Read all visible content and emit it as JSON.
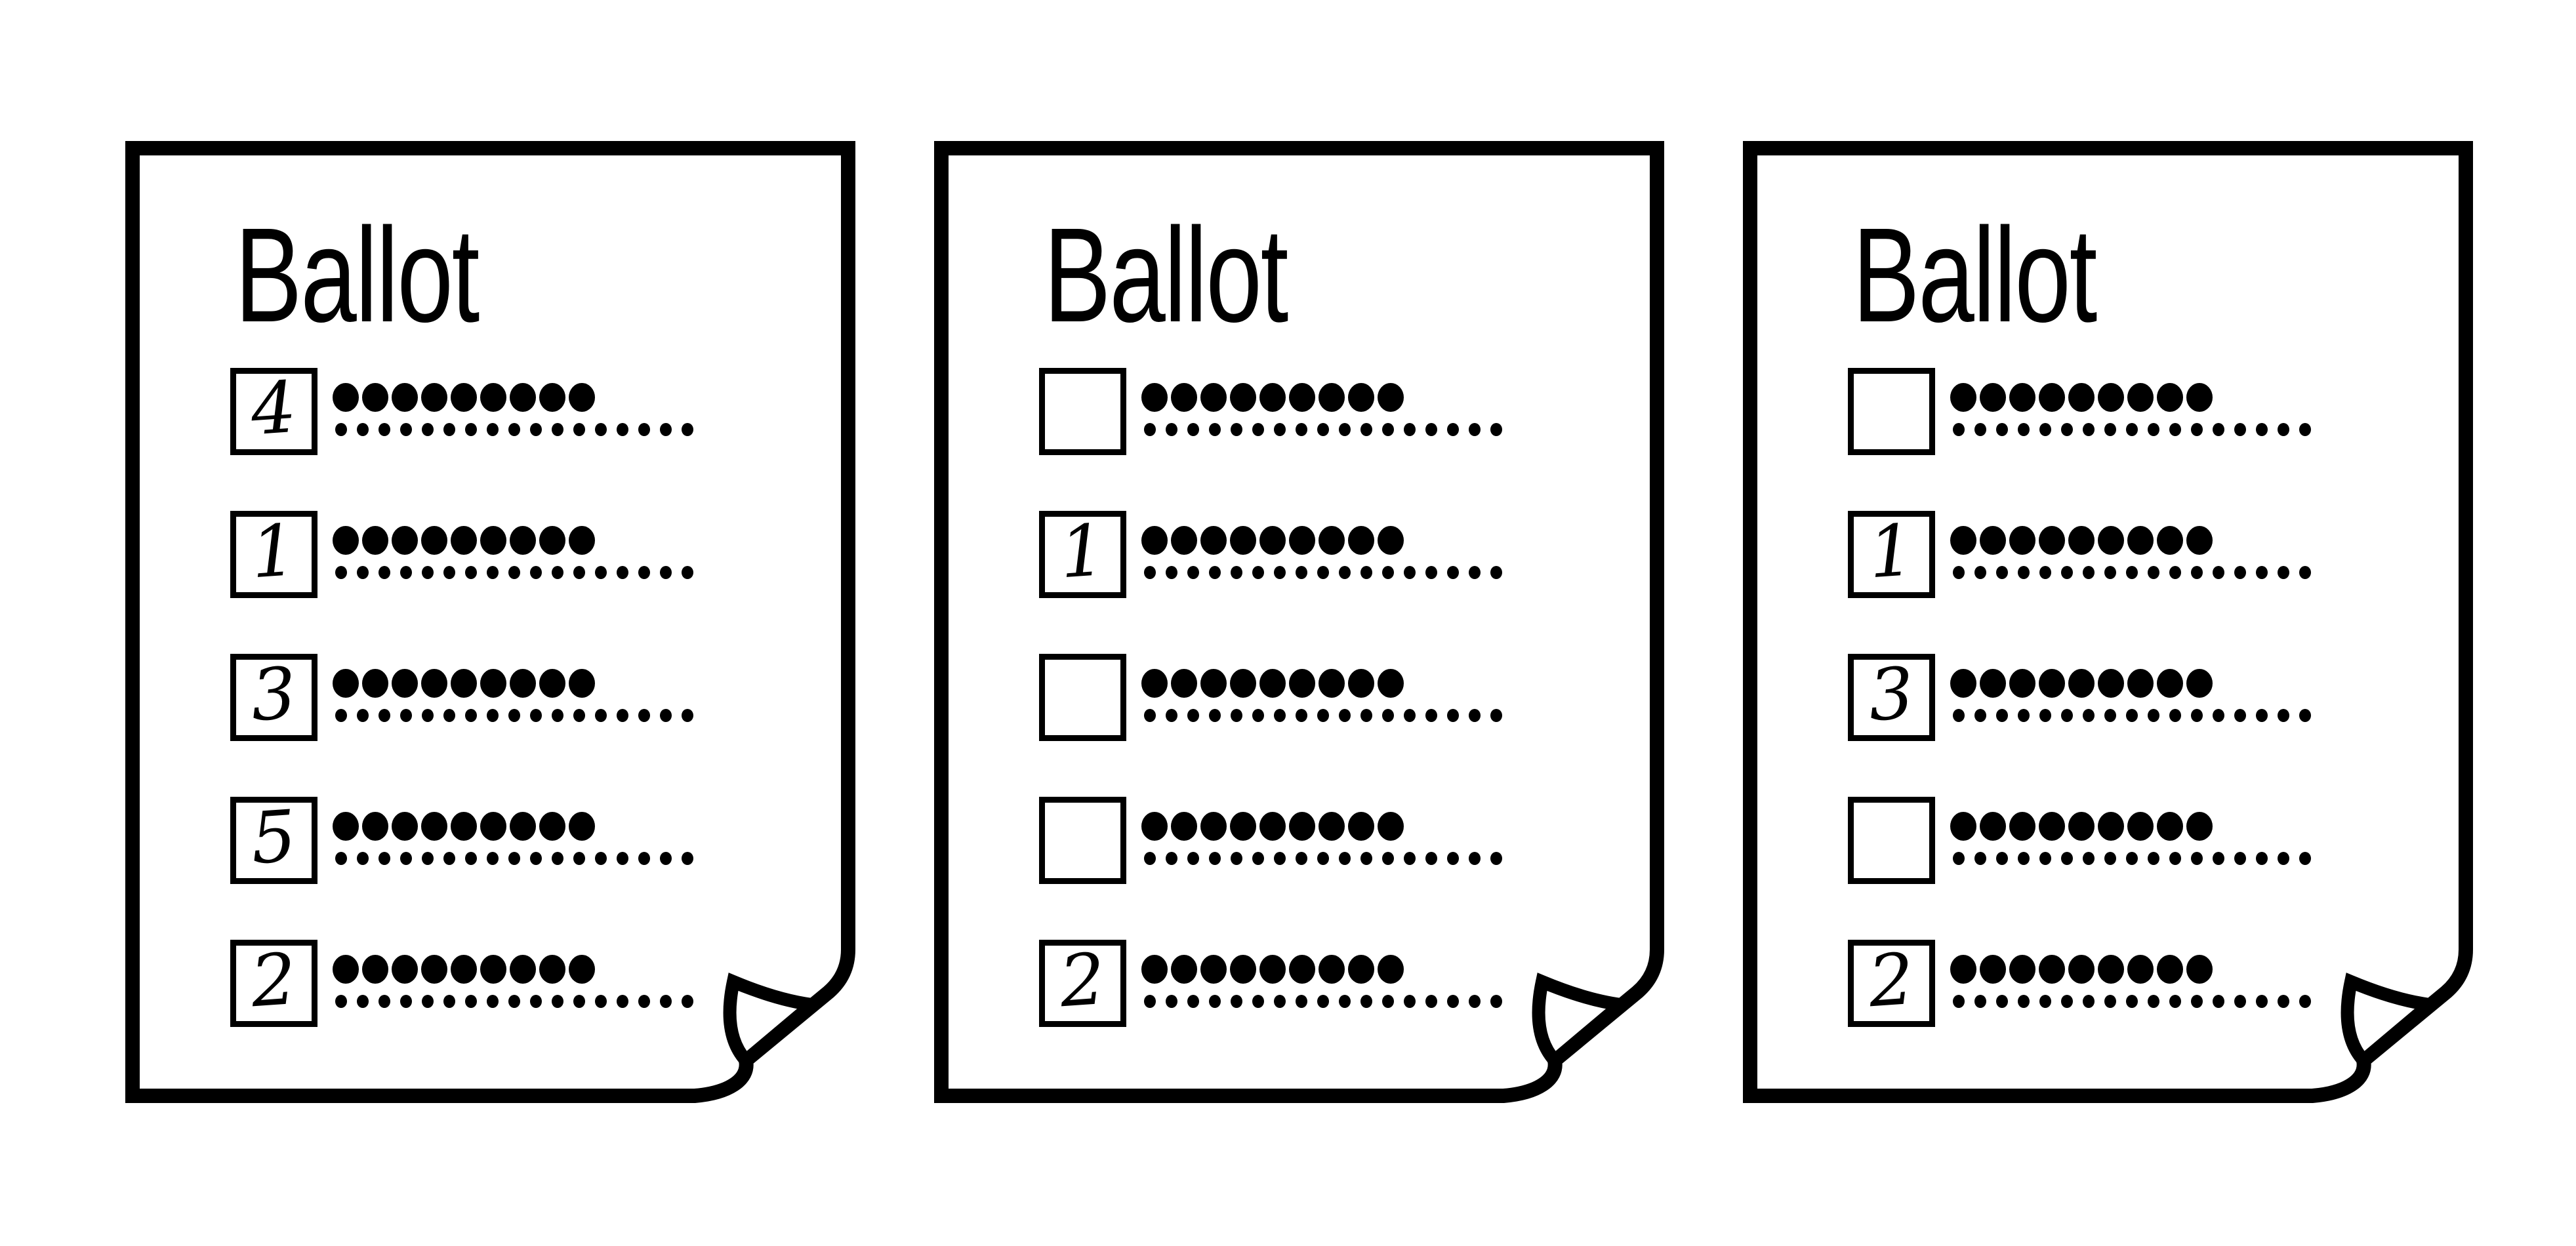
{
  "canvas": {
    "paper_color": "#ffffff",
    "ink_color": "#000000"
  },
  "ballots": [
    {
      "title": "Ballot",
      "ranks": [
        "4",
        "1",
        "3",
        "5",
        "2"
      ]
    },
    {
      "title": "Ballot",
      "ranks": [
        "",
        "1",
        "",
        "",
        "2"
      ]
    },
    {
      "title": "Ballot",
      "ranks": [
        "",
        "1",
        "3",
        "",
        "2"
      ]
    }
  ],
  "option_row": {
    "name_dot_count": 9,
    "detail_dot_count": 17
  }
}
